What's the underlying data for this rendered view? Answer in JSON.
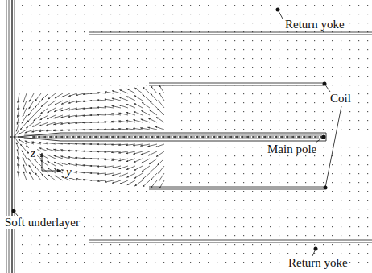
{
  "diagram": {
    "labels": [
      "Return yoke",
      "Coil",
      "Main pole",
      "Soft underlayer",
      "Return yoke",
      "z",
      "y"
    ]
  }
}
